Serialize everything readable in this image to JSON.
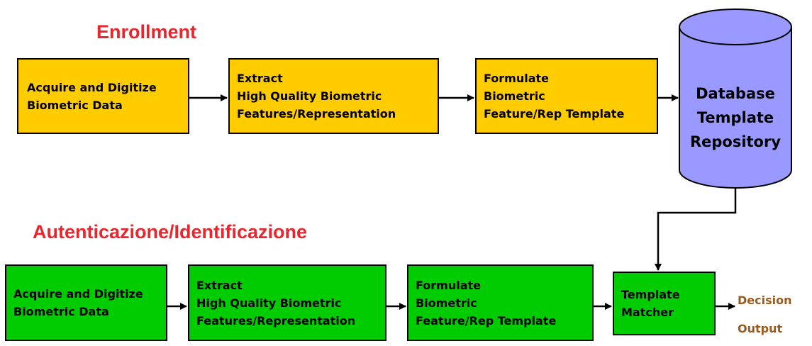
{
  "sections": {
    "enrollment": "Enrollment",
    "authentication": "Autenticazione/Identificazione"
  },
  "enrollment": {
    "acquire": [
      "Acquire and Digitize",
      "Biometric Data"
    ],
    "extract": [
      "Extract",
      "High Quality Biometric",
      "Features/Representation"
    ],
    "formulate": [
      "Formulate",
      "Biometric",
      "Feature/Rep Template"
    ]
  },
  "database": [
    "Database",
    "Template",
    "Repository"
  ],
  "authentication": {
    "acquire": [
      "Acquire and Digitize",
      "Biometric Data"
    ],
    "extract": [
      "Extract",
      "High Quality Biometric",
      "Features/Representation"
    ],
    "formulate": [
      "Formulate",
      "Biometric",
      "Feature/Rep Template"
    ],
    "matcher": [
      "Template",
      "Matcher"
    ]
  },
  "output": [
    "Decision",
    "Output"
  ],
  "colors": {
    "section_title": "#e8262d",
    "enrollment_box": "#ffcc00",
    "authentication_box": "#00cc00",
    "database_fill": "#9999ff",
    "output_text": "#9a5a1c"
  }
}
